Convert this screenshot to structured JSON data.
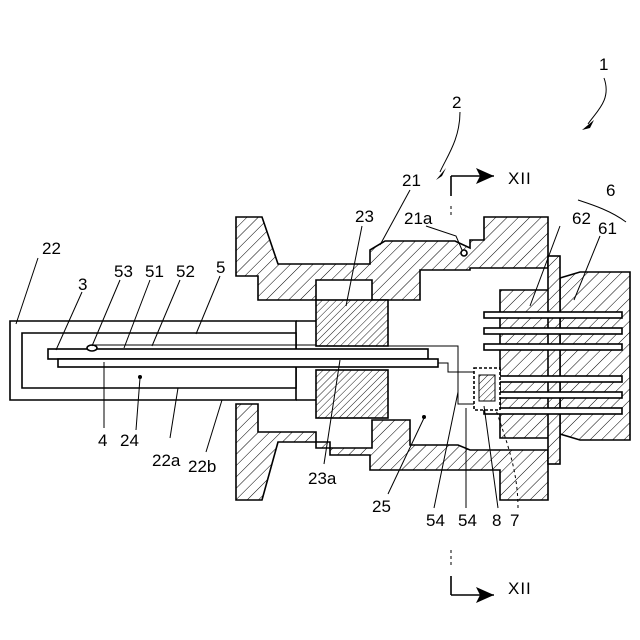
{
  "labels": {
    "n1": "1",
    "n2": "2",
    "n3": "3",
    "n4": "4",
    "n5": "5",
    "n6": "6",
    "n7": "7",
    "n8": "8",
    "n21": "21",
    "n21a": "21a",
    "n22": "22",
    "n22a": "22a",
    "n22b": "22b",
    "n23": "23",
    "n23a": "23a",
    "n24": "24",
    "n25": "25",
    "n51": "51",
    "n52": "52",
    "n53": "53",
    "n54a": "54",
    "n54b": "54",
    "n61": "61",
    "n62": "62"
  },
  "section_marks": {
    "top": "XII",
    "bottom": "XII"
  }
}
